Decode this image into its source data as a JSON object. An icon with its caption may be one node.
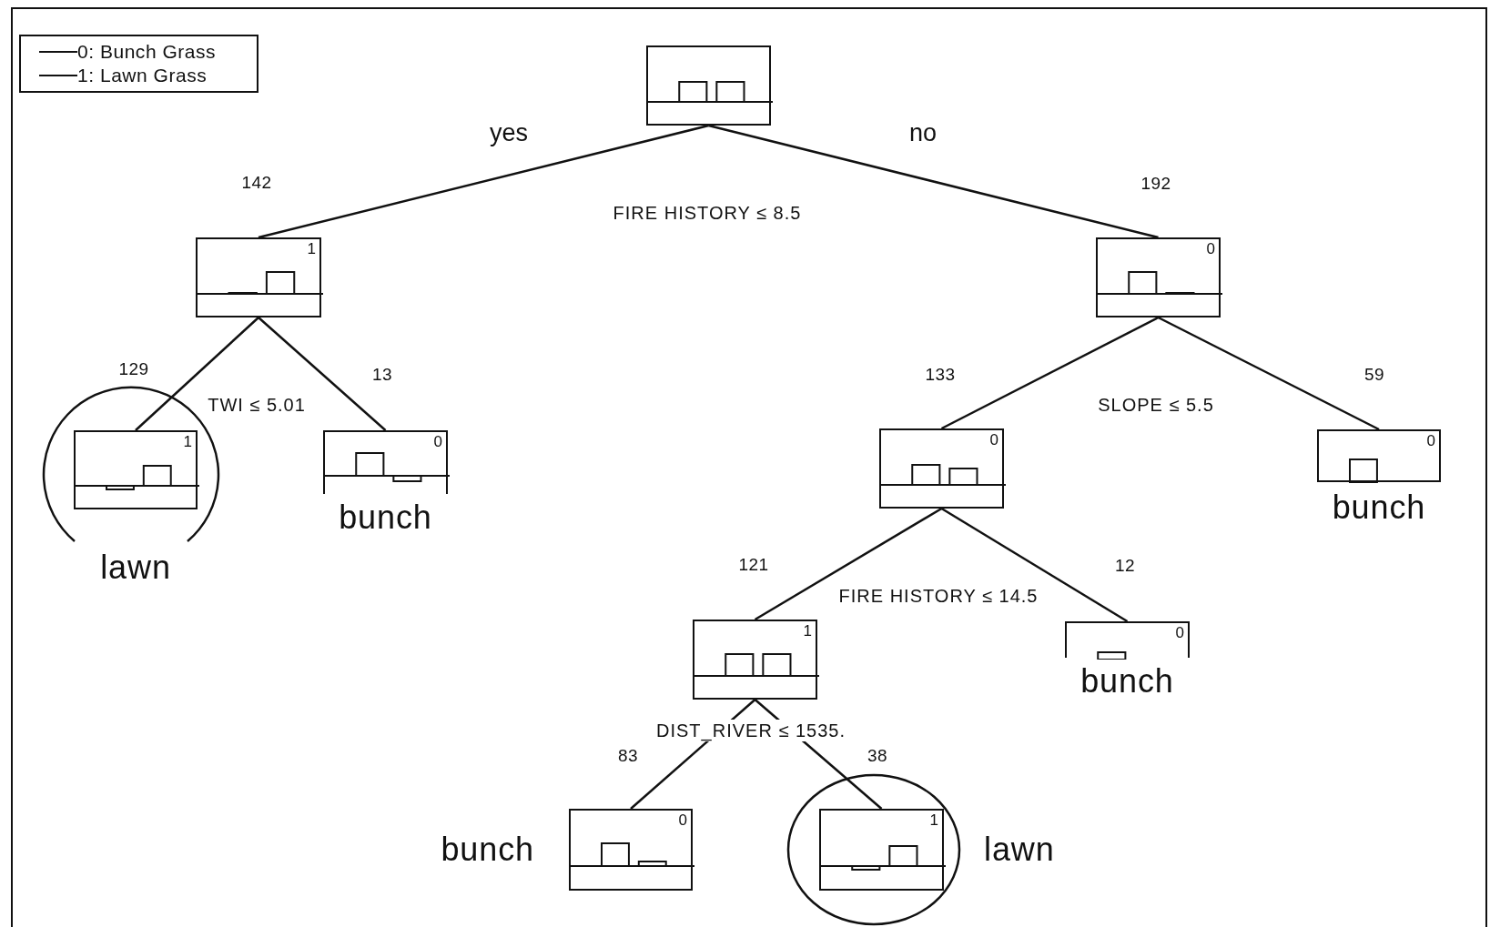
{
  "diagram": {
    "nodes": [
      {
        "text": [],
        "shape": "box"
      },
      {
        "text": [
          "1"
        ],
        "beside": [
          "142"
        ]
      },
      {
        "text": [
          "0"
        ],
        "beside": [
          "192"
        ]
      },
      {
        "text": [
          "1",
          "lawn"
        ],
        "beside": [
          "129"
        ]
      },
      {
        "text": [
          "0",
          "bunch"
        ],
        "beside": [
          "13"
        ]
      },
      {
        "text": [
          "0"
        ],
        "beside": [
          "133"
        ]
      },
      {
        "text": [
          "0",
          "bunch"
        ],
        "beside": [
          "59"
        ]
      },
      {
        "text": [
          "1"
        ],
        "beside": [
          "121"
        ]
      },
      {
        "text": [
          "0",
          "bunch"
        ],
        "beside": [
          "12"
        ]
      },
      {
        "text": [
          "0",
          "bunch"
        ],
        "beside": [
          "83"
        ]
      },
      {
        "text": [
          "1",
          "lawn"
        ],
        "beside": [
          "38"
        ]
      }
    ],
    "edges": [
      {
        "from": 0,
        "to": 1,
        "arrow": "none",
        "label": "yes"
      },
      {
        "from": 0,
        "to": 2,
        "arrow": "none",
        "label": "no"
      },
      {
        "from": 1,
        "to": 3,
        "arrow": "none"
      },
      {
        "from": 1,
        "to": 4,
        "arrow": "none"
      },
      {
        "from": 2,
        "to": 5,
        "arrow": "none"
      },
      {
        "from": 2,
        "to": 6,
        "arrow": "none"
      },
      {
        "from": 5,
        "to": 7,
        "arrow": "none"
      },
      {
        "from": 5,
        "to": 8,
        "arrow": "none"
      },
      {
        "from": 7,
        "to": 9,
        "arrow": "none"
      },
      {
        "from": 7,
        "to": 10,
        "arrow": "none"
      }
    ],
    "labels": [
      "FIRE HISTORY ≤ 8.5",
      "TWI ≤ 5.01",
      "SLOPE ≤ 5.5",
      "FIRE HISTORY ≤ 14.5",
      "DIST_RIVER ≤ 1535."
    ],
    "legend": [
      {
        "text": "0: Bunch Grass"
      },
      {
        "text": "1: Lawn Grass"
      }
    ]
  }
}
